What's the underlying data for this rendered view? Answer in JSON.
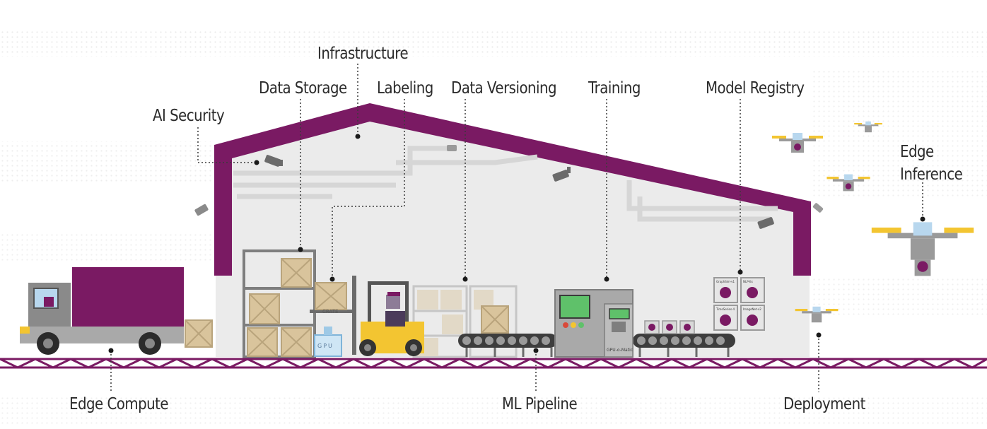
{
  "labels": {
    "infrastructure": "Infrastructure",
    "data_storage": "Data Storage",
    "labeling": "Labeling",
    "data_versioning": "Data Versioning",
    "training": "Training",
    "model_registry": "Model Registry",
    "ai_security": "AI Security",
    "edge_inference_line1": "Edge",
    "edge_inference_line2": "Inference",
    "edge_compute": "Edge Compute",
    "ml_pipeline": "ML Pipeline",
    "deployment": "Deployment"
  },
  "props": {
    "crate_text": "CRATE",
    "gpu_text": "GPU",
    "machine_text": "GPU-o-Matic",
    "model_names": [
      "GraphSim-v1",
      "NLP-Ex",
      "TimeSeries-4",
      "ImageNet-v2"
    ]
  },
  "colors": {
    "accent_purple": "#7a1a63",
    "building_fill": "#e9e9e9",
    "gray": "#9a9a9a",
    "yellow": "#f3c531",
    "crate": "#d9c49c",
    "label_text": "#2b2b2b"
  }
}
